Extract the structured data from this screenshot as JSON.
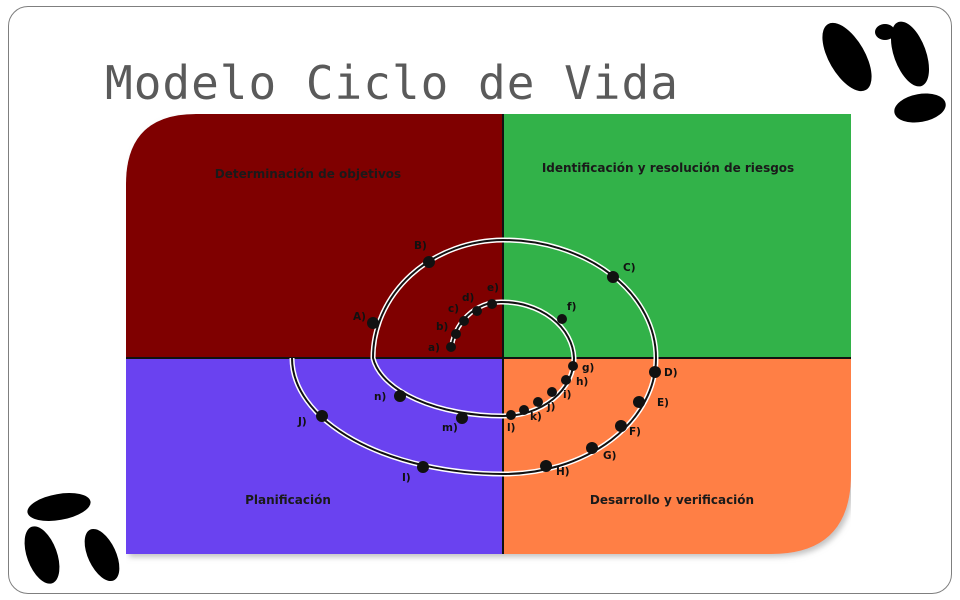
{
  "slide": {
    "title": "Modelo Ciclo de Vida"
  },
  "diagram": {
    "quadrants": [
      {
        "id": "top-left",
        "label": "Determinación de objetivos",
        "color": "#7f0000"
      },
      {
        "id": "top-right",
        "label": "Identificación y resolución de riesgos",
        "color": "#33b24a"
      },
      {
        "id": "bottom-left",
        "label": "Planificación",
        "color": "#6a42f0"
      },
      {
        "id": "bottom-right",
        "label": "Desarrollo y verificación",
        "color": "#ff7f45"
      }
    ],
    "point_labels": {
      "inner": [
        "a)",
        "b)",
        "c)",
        "d)",
        "e)",
        "f)",
        "g)",
        "h)",
        "i)",
        "j)",
        "k)",
        "l)",
        "m)",
        "n)"
      ],
      "outer": [
        "A)",
        "B)",
        "C)",
        "D)",
        "E)",
        "F)",
        "G)",
        "H)",
        "I)",
        "J)"
      ]
    },
    "spiral_color": "#111111"
  },
  "decorations": {
    "icon": "footprints-icon",
    "color": "#000000"
  }
}
